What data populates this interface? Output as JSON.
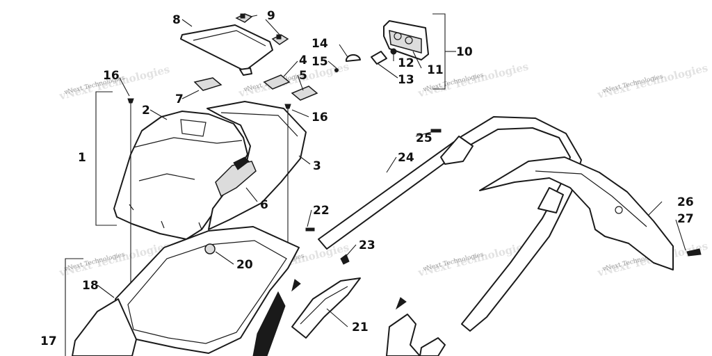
{
  "callouts": [
    {
      "id": "1",
      "label": "1"
    },
    {
      "id": "2",
      "label": "2"
    },
    {
      "id": "3",
      "label": "3"
    },
    {
      "id": "4",
      "label": "4"
    },
    {
      "id": "5",
      "label": "5"
    },
    {
      "id": "6",
      "label": "6"
    },
    {
      "id": "7",
      "label": "7"
    },
    {
      "id": "8",
      "label": "8"
    },
    {
      "id": "9",
      "label": "9"
    },
    {
      "id": "10",
      "label": "10"
    },
    {
      "id": "11",
      "label": "11"
    },
    {
      "id": "12",
      "label": "12"
    },
    {
      "id": "13",
      "label": "13"
    },
    {
      "id": "14",
      "label": "14"
    },
    {
      "id": "15",
      "label": "15"
    },
    {
      "id": "16a",
      "label": "16"
    },
    {
      "id": "16b",
      "label": "16"
    },
    {
      "id": "17",
      "label": "17"
    },
    {
      "id": "18",
      "label": "18"
    },
    {
      "id": "20",
      "label": "20"
    },
    {
      "id": "21",
      "label": "21"
    },
    {
      "id": "22",
      "label": "22"
    },
    {
      "id": "23",
      "label": "23"
    },
    {
      "id": "24",
      "label": "24"
    },
    {
      "id": "25",
      "label": "25"
    },
    {
      "id": "26",
      "label": "26"
    },
    {
      "id": "27",
      "label": "27"
    }
  ],
  "watermark": {
    "text": "vNext Technologies"
  }
}
